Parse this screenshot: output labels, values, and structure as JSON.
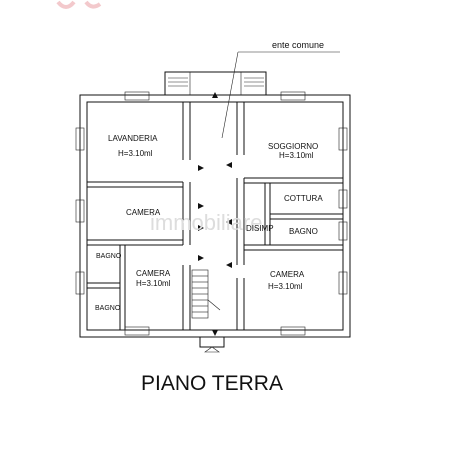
{
  "annotation": {
    "ente_comune": "ente comune"
  },
  "title": "PIANO TERRA",
  "rooms": {
    "lavanderia": {
      "name": "LAVANDERIA",
      "height": "H=3.10ml"
    },
    "soggiorno": {
      "name": "SOGGIORNO",
      "height": "H=3.10ml"
    },
    "camera_left_mid": {
      "name": "CAMERA"
    },
    "cottura": {
      "name": "COTTURA"
    },
    "disimp": {
      "name": "DISIMP"
    },
    "bagno_right": {
      "name": "BAGNO"
    },
    "bagno_left_top": {
      "name": "BAGNO"
    },
    "bagno_left_bottom": {
      "name": "BAGNO"
    },
    "camera_left_bottom": {
      "name": "CAMERA",
      "height": "H=3.10ml"
    },
    "camera_right_bottom": {
      "name": "CAMERA",
      "height": "H=3.10ml"
    }
  },
  "colors": {
    "line": "#111111",
    "background": "#ffffff"
  }
}
